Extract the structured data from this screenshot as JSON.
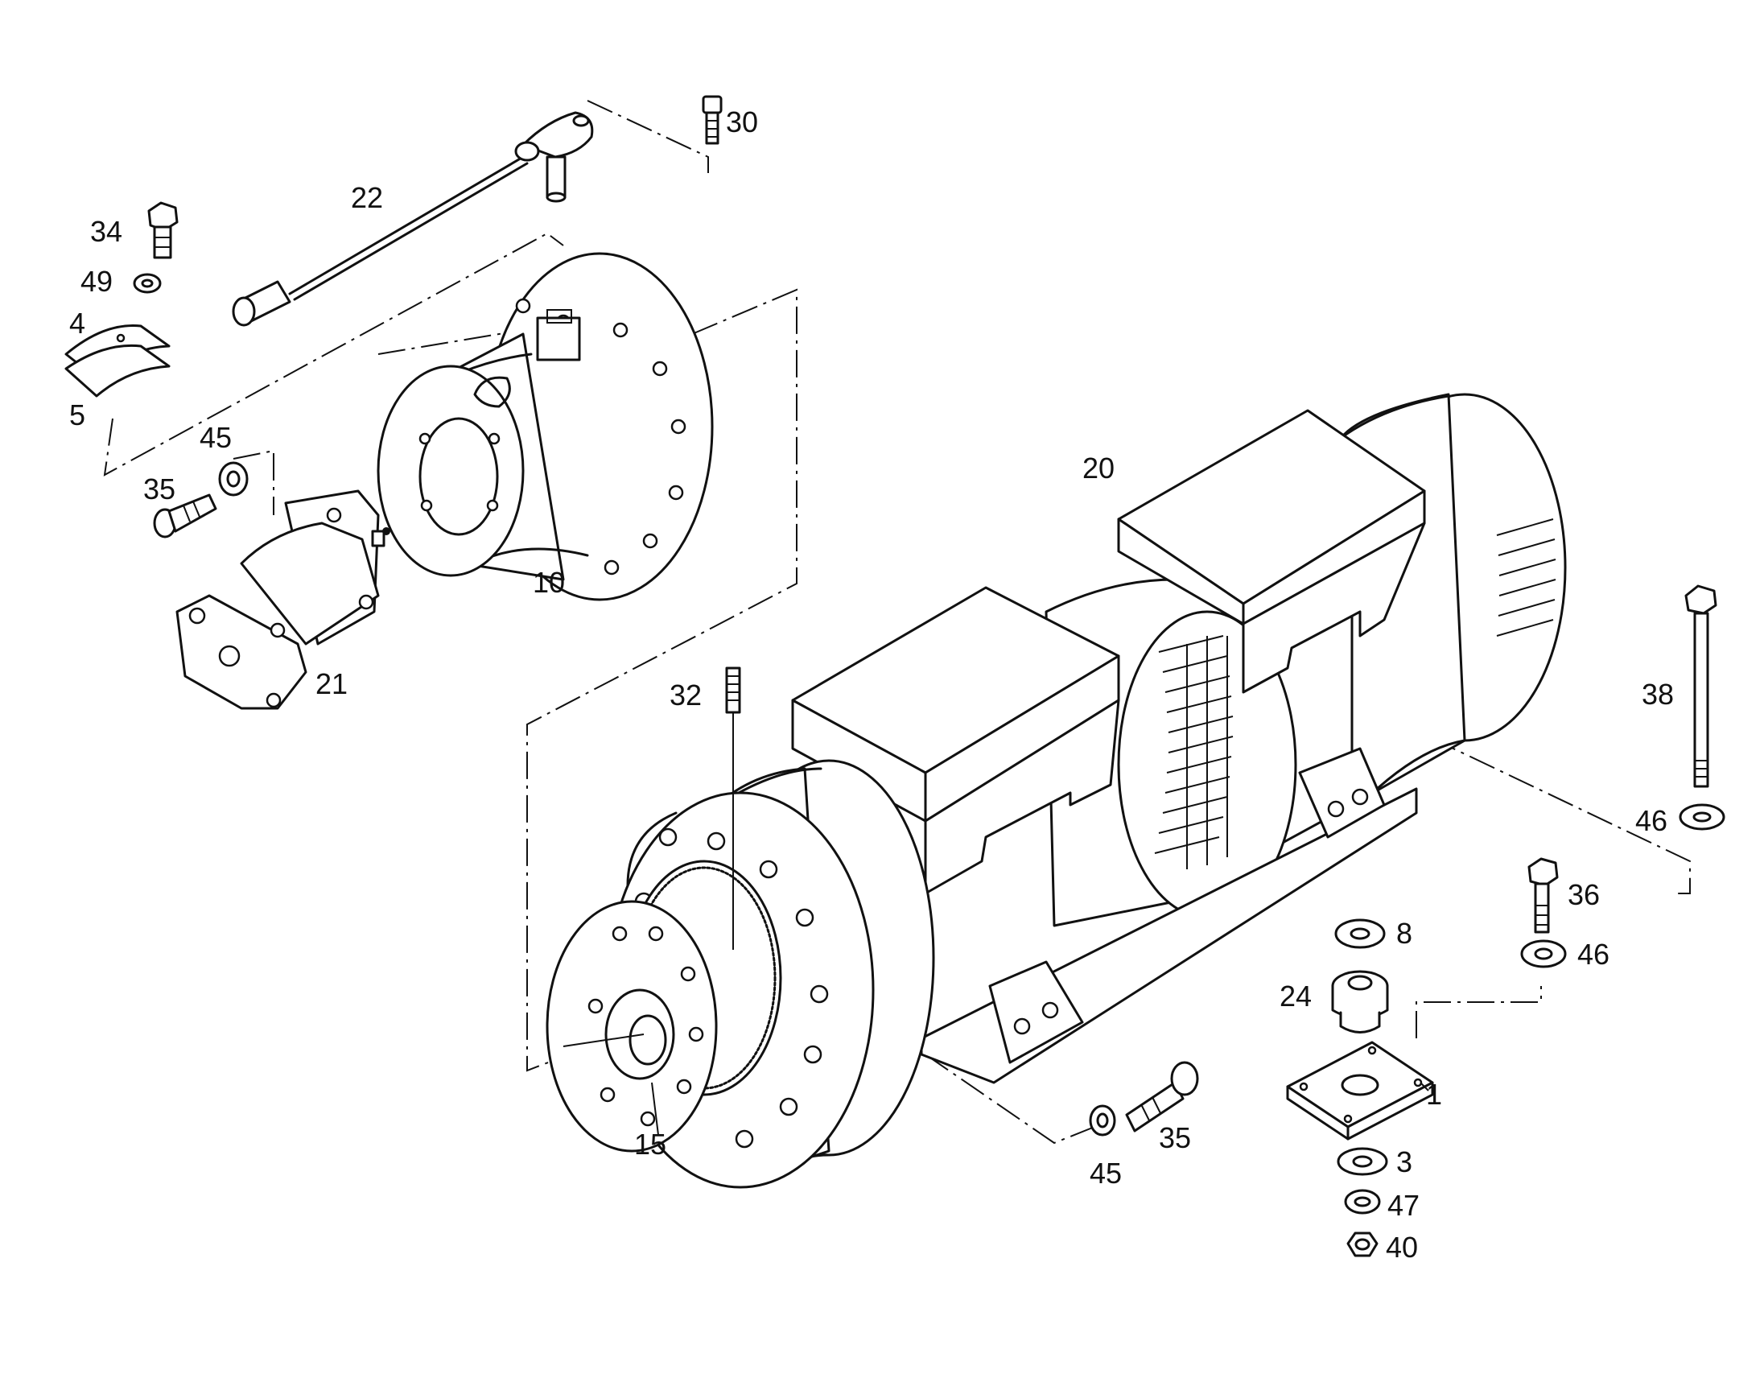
{
  "callouts": {
    "c1": "1",
    "c3": "3",
    "c4": "4",
    "c5": "5",
    "c8": "8",
    "c10": "10",
    "c15": "15",
    "c20": "20",
    "c21": "21",
    "c22": "22",
    "c24": "24",
    "c30": "30",
    "c32": "32",
    "c34": "34",
    "c35a": "35",
    "c35b": "35",
    "c36": "36",
    "c38": "38",
    "c40": "40",
    "c45a": "45",
    "c45b": "45",
    "c46a": "46",
    "c46b": "46",
    "c47": "47",
    "c49": "49"
  }
}
